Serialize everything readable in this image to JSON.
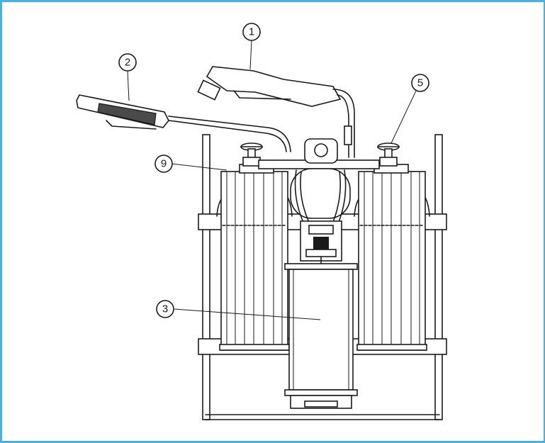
{
  "colors": {
    "frame_border": "#4ab0dc",
    "line": "#1a1a1a",
    "background": "#ffffff"
  },
  "callouts": [
    {
      "id": "1",
      "label": "1"
    },
    {
      "id": "2",
      "label": "2"
    },
    {
      "id": "3",
      "label": "3"
    },
    {
      "id": "5",
      "label": "5"
    },
    {
      "id": "9",
      "label": "9"
    }
  ]
}
